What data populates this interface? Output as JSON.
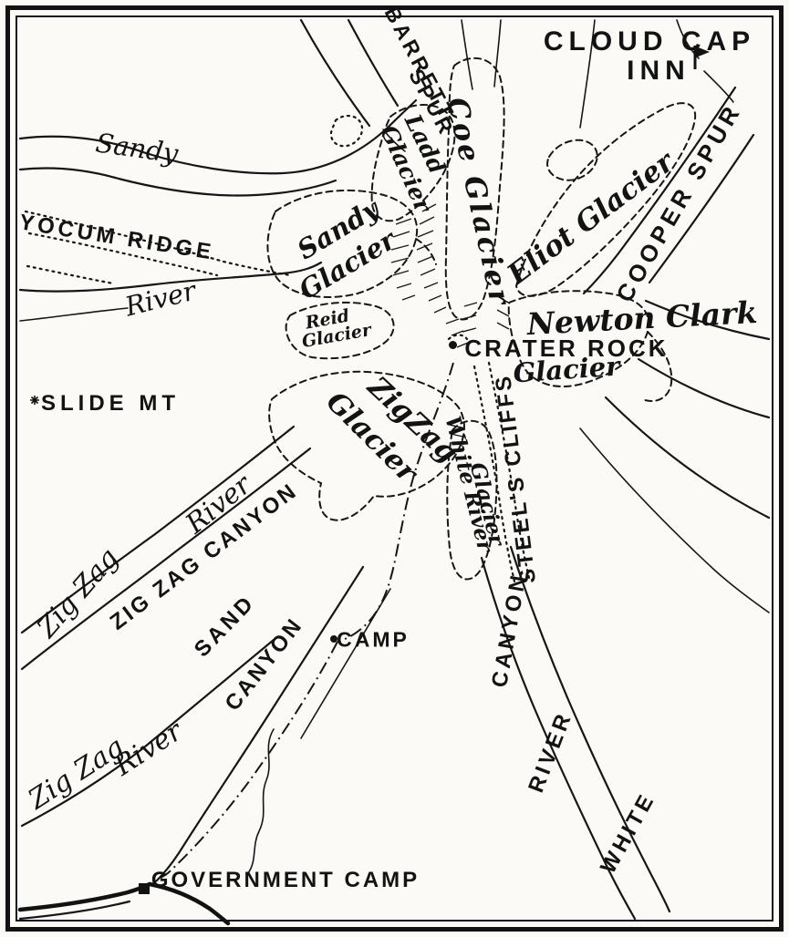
{
  "colors": {
    "ink": "#141414",
    "paper": "#fbfaf6"
  },
  "labels": {
    "cloud_cap": "CLOUD CAP",
    "inn": "INN",
    "barrett": "BARRETT",
    "spur": "SPUR",
    "ladd": "Ladd",
    "ladd_glacier": "Glacier",
    "sandy_word": "Sandy",
    "river_word_sandy": "River",
    "coe_glacier": "Coe Glacier",
    "eliot_glacier": "Eliot Glacier",
    "cooper_spur": "COOPER SPUR",
    "yocum_ridge": "YOCUM RIDGE",
    "sandy_glacier_word1": "Sandy",
    "sandy_glacier_word2": "Glacier",
    "reid": "Reid",
    "reid_glacier": "Glacier",
    "newton_clark": "Newton Clark",
    "crater_rock": "CRATER ROCK",
    "newton_clark_glacier": "Glacier",
    "slide_mt": "SLIDE MT",
    "zigzag_glacier_word1": "ZigZag",
    "zigzag_glacier_word2": "Glacier",
    "white_river_glacier_word1": "White River",
    "white_river_glacier_word2": "Glacier",
    "steels_cliffs": "STEEL'S CLIFFS",
    "river_word_zigzag_upper": "River",
    "zig_zag_canyon": "ZIG ZAG CANYON",
    "zig_zag_upper": "Zig Zag",
    "sand": "SAND",
    "sand_canyon_word": "CANYON",
    "camp": "CAMP",
    "white_river_canyon_word": "CANYON",
    "white_river_word": "RIVER",
    "zig_zag_lower": "Zig Zag",
    "river_word_zigzag_lower": "River",
    "white_word": "WHITE",
    "government_camp": "GOVERNMENT CAMP"
  },
  "markers": {
    "inn_flag": "flag-icon",
    "crater_rock": "dot-marker",
    "slide_mt": "cross-marker",
    "camp": "dot-marker",
    "government_camp": "square-marker"
  }
}
